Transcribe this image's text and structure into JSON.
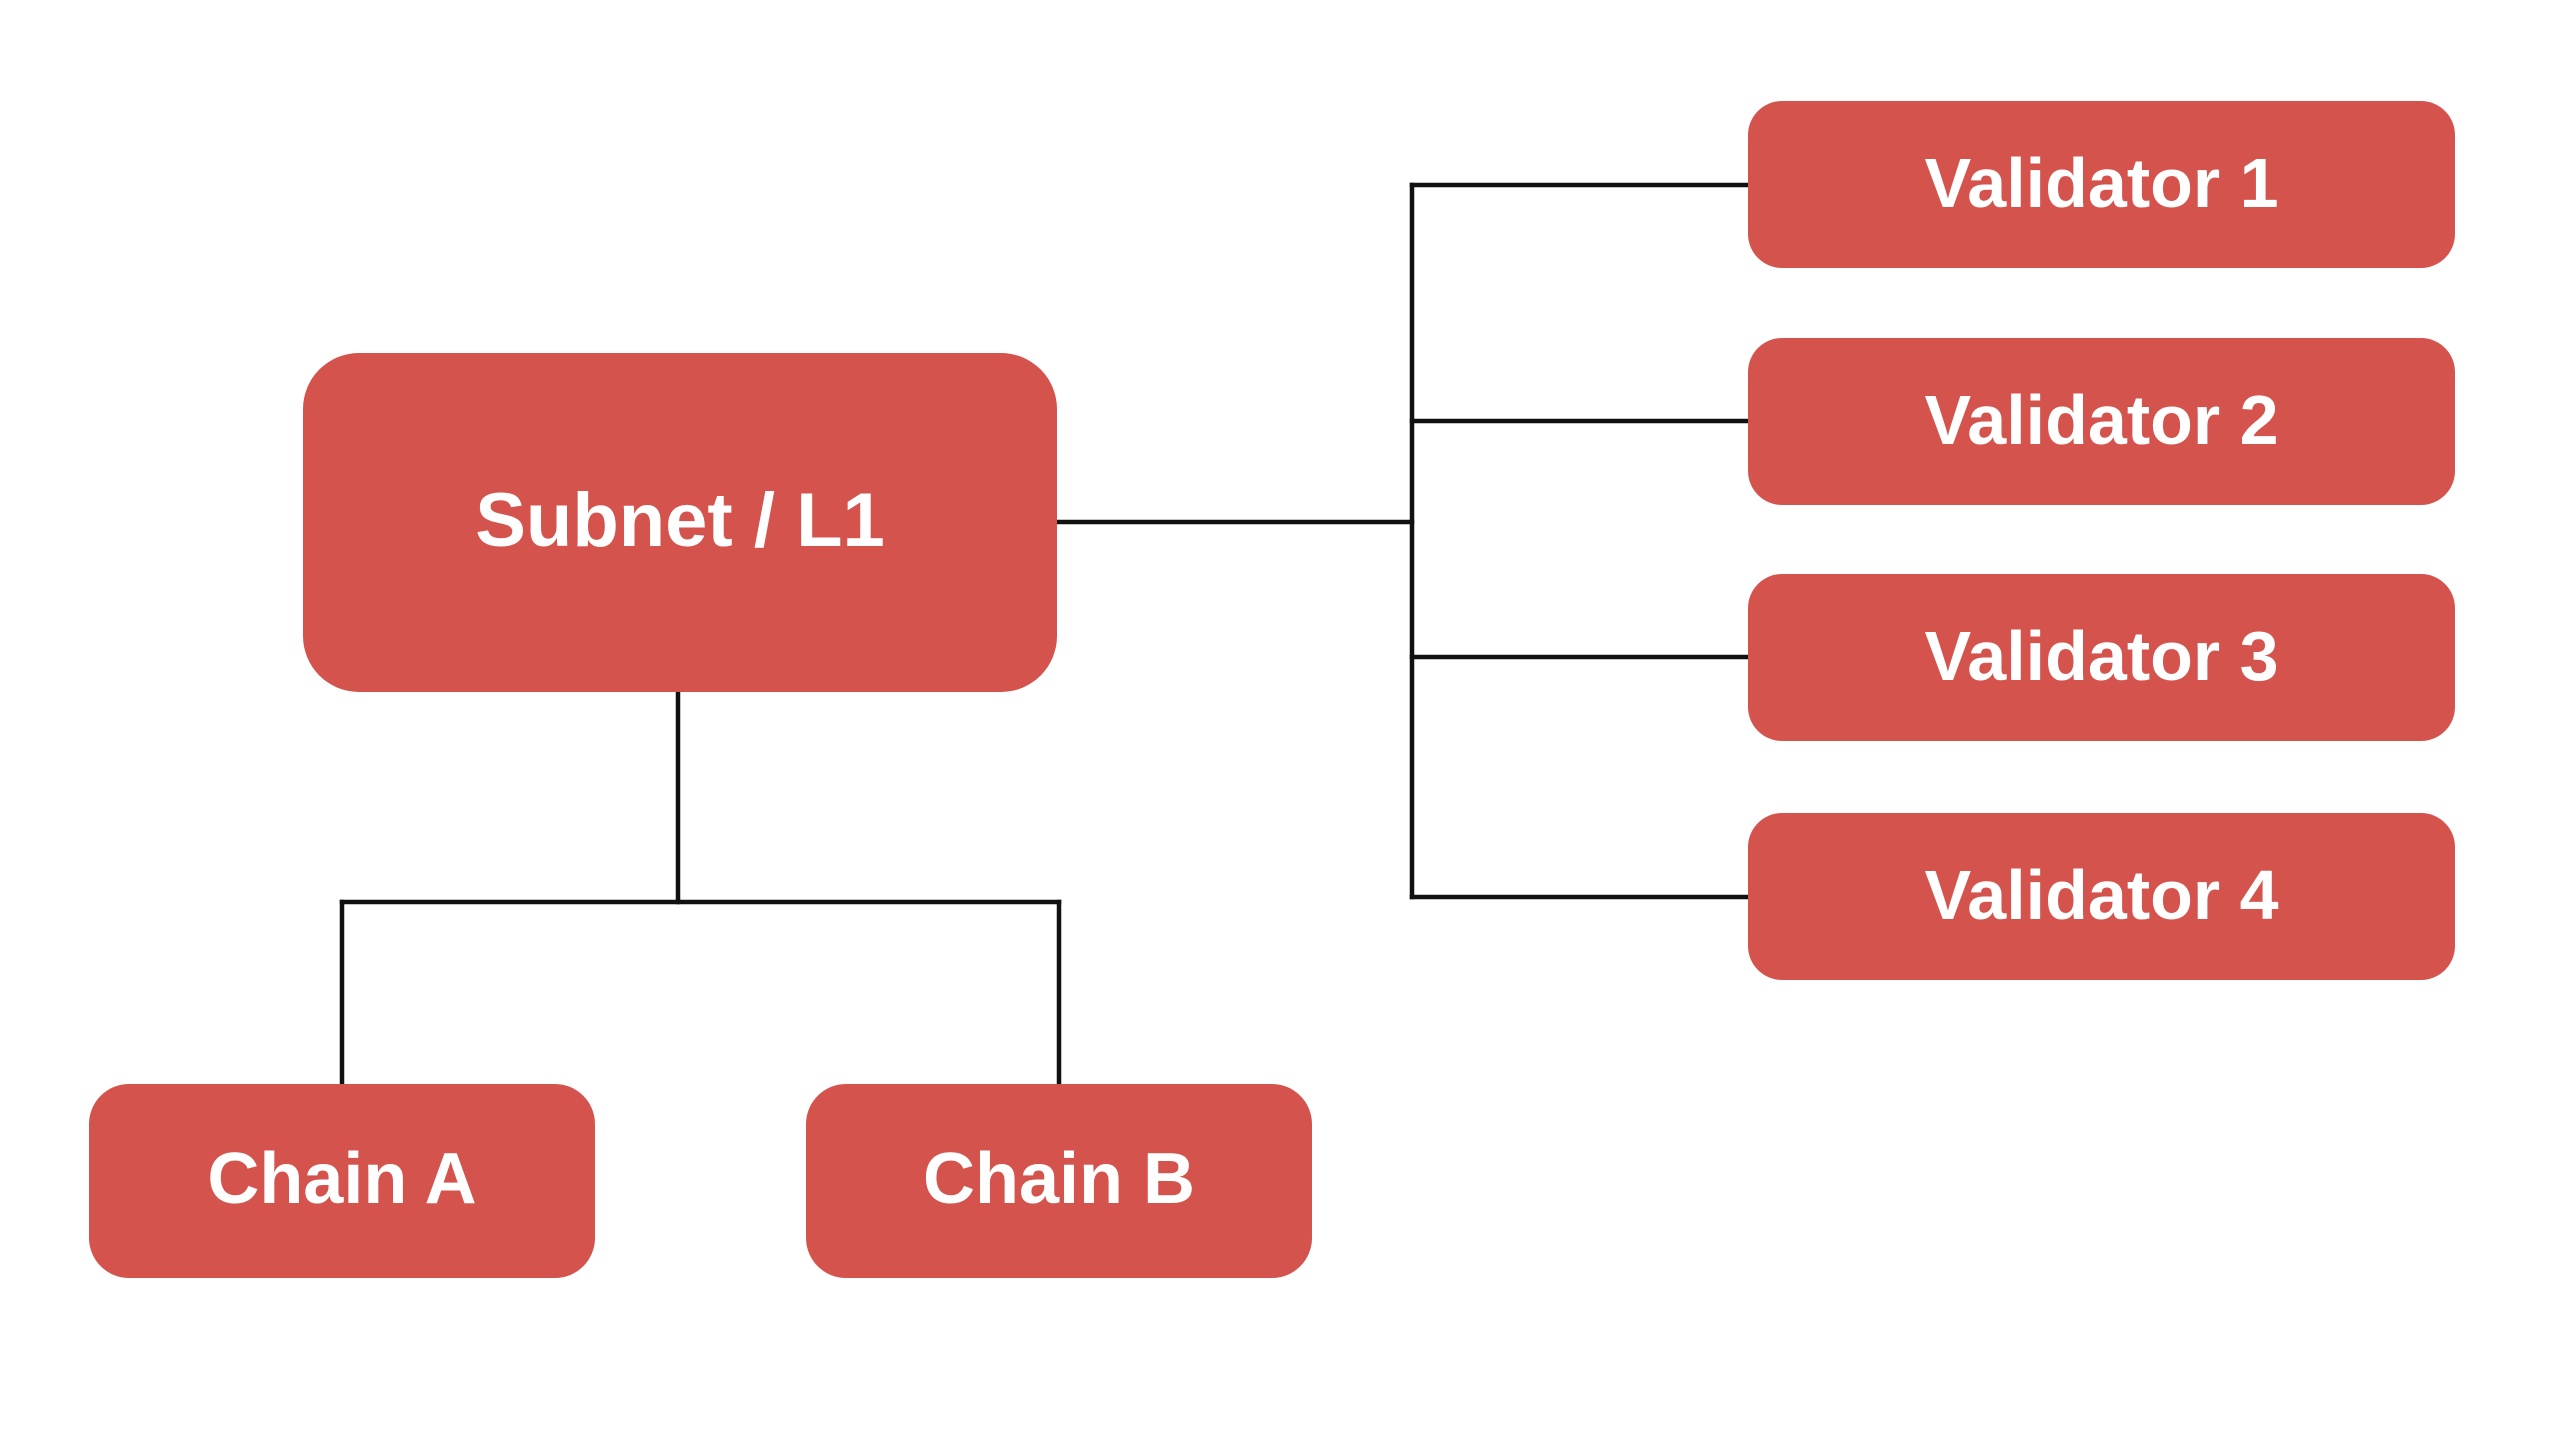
{
  "diagram": {
    "title": "Subnet / L1 topology diagram",
    "colors": {
      "canvas_bg": "#ffffff",
      "node_fill": "#d5534d",
      "node_text": "#ffffff",
      "edge": "#111111"
    },
    "nodes": {
      "subnet": {
        "id": "subnet-l1",
        "label": "Subnet / L1"
      },
      "chains": [
        {
          "id": "chain-a",
          "label": "Chain A"
        },
        {
          "id": "chain-b",
          "label": "Chain B"
        }
      ],
      "validators": [
        {
          "id": "validator-1",
          "label": "Validator 1"
        },
        {
          "id": "validator-2",
          "label": "Validator 2"
        },
        {
          "id": "validator-3",
          "label": "Validator 3"
        },
        {
          "id": "validator-4",
          "label": "Validator 4"
        }
      ]
    },
    "edges": [
      {
        "from": "subnet-l1",
        "to": "validator-1"
      },
      {
        "from": "subnet-l1",
        "to": "validator-2"
      },
      {
        "from": "subnet-l1",
        "to": "validator-3"
      },
      {
        "from": "subnet-l1",
        "to": "validator-4"
      },
      {
        "from": "subnet-l1",
        "to": "chain-a"
      },
      {
        "from": "subnet-l1",
        "to": "chain-b"
      }
    ]
  }
}
